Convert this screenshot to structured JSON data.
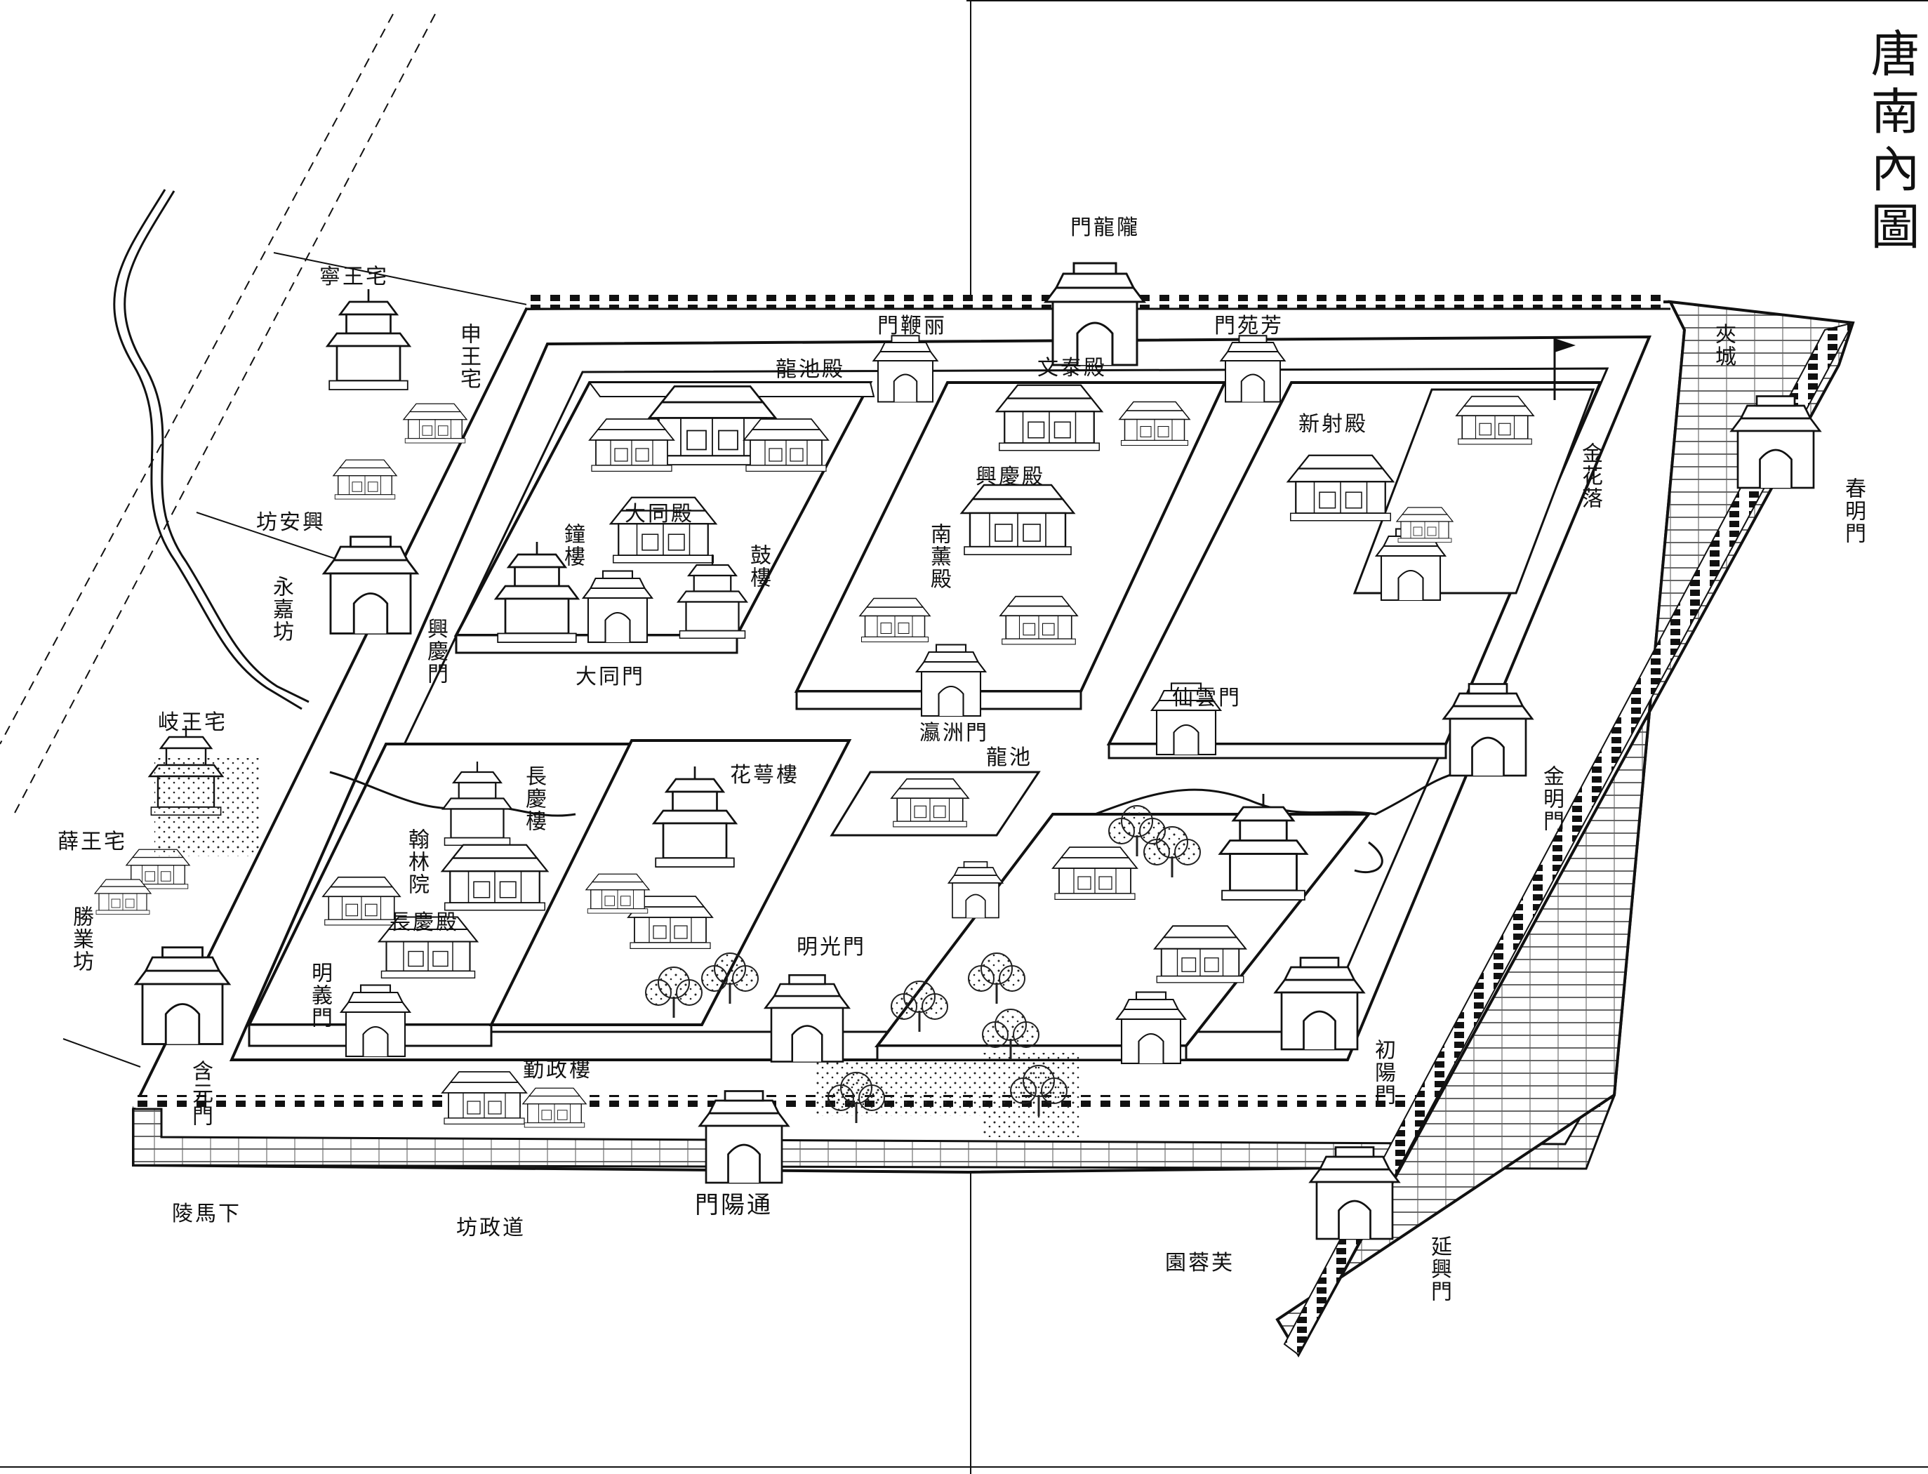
{
  "title": "唐南內圖",
  "labels": {
    "longxiang_gate": "門龍隴",
    "lijiang_gate": "門鞭丽",
    "fangyuan_gate": "門苑芳",
    "jiacheng": "夾城",
    "chunming_gate": "春明門",
    "longchi_hall": "龍池殿",
    "wenhua_hall": "文泰殿",
    "tongguang_hall": "大同殿",
    "bell_tower": "鐘樓",
    "drum_tower": "鼓樓",
    "datong_gate": "大同門",
    "xingqing_hall": "興慶殿",
    "nanxun_hall": "南薰殿",
    "yingqing_gate": "瀛洲門",
    "xinshe_hall": "新射殿",
    "jinhua_hall": "金花落",
    "xianyun_gate": "仙雲門",
    "longchi": "龍池",
    "jinming_gate": "金明門",
    "huae_tower": "花萼樓",
    "hanlin_yard": "翰林院",
    "changqing_hall": "長慶殿",
    "chang_lou": "長慶樓",
    "mingguang_gate": "明光門",
    "mingyi_gate": "明義門",
    "chuyang_gate": "初陽門",
    "yanxi_gate": "延興門",
    "qinzheng_tower": "勤政樓",
    "tongyang_gate": "門陽通",
    "tongzheng_ward": "坊政道",
    "xiamaling": "陵馬下",
    "furongyuan": "園蓉芙",
    "xingqing_gate": "興慶門",
    "yongjia_ward": "永嘉坊",
    "xingan_ward": "坊安興",
    "ningwang": "寧王宅",
    "xue_wang": "薛王宅",
    "shengye_ward": "勝業坊",
    "qi_wang": "岐王宅",
    "shen_wang": "申王宅",
    "dongmen_left": "含元門"
  }
}
